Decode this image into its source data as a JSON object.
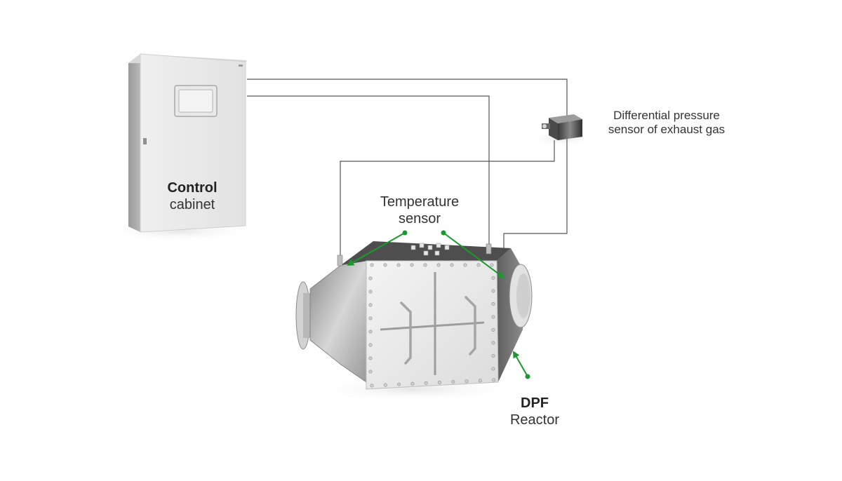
{
  "control_cabinet": {
    "label_bold": "Control",
    "label_normal": "cabinet"
  },
  "temperature_sensor": {
    "label_line1": "Temperature",
    "label_line2": "sensor"
  },
  "dpf_reactor": {
    "label_bold": "DPF",
    "label_normal": "Reactor"
  },
  "pressure_sensor": {
    "label_line1": "Differential pressure",
    "label_line2": "sensor of exhaust gas"
  },
  "colors": {
    "wire": "#555555",
    "pointer": "#1a9a2e",
    "metal_light": "#e4e4e4",
    "metal_dark": "#6f6f6f",
    "shadow": "#eeeeee"
  }
}
